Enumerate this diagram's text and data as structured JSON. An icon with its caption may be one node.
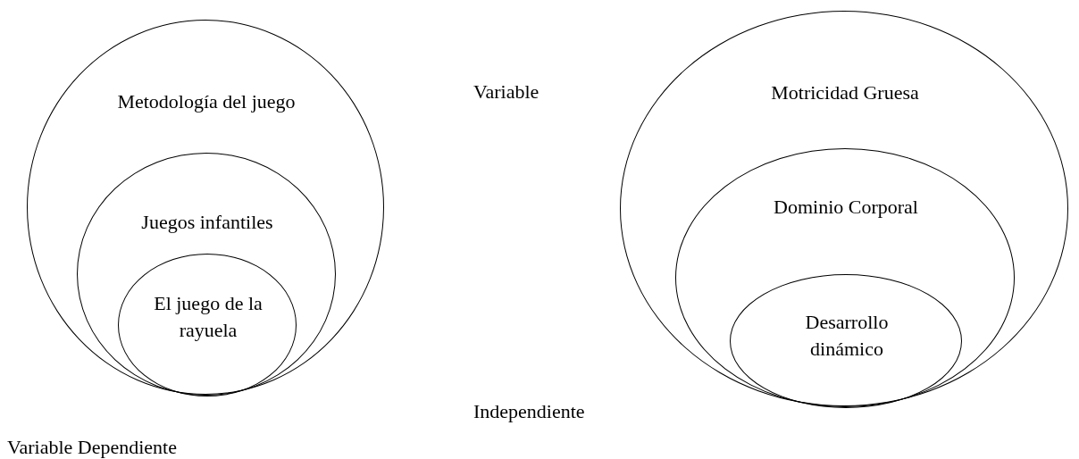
{
  "diagram": {
    "nodes": [
      {
        "text": [
          "Metodología del juego"
        ]
      },
      {
        "text": [
          "Juegos infantiles"
        ],
        "in": 0
      },
      {
        "text": [
          "El juego de la rayuela"
        ],
        "in": 1
      },
      {
        "text": [
          "Motricidad Gruesa"
        ]
      },
      {
        "text": [
          "Dominio Corporal"
        ],
        "in": 3
      },
      {
        "text": [
          "Desarrollo dinámico"
        ],
        "in": 4
      }
    ],
    "labels": [
      "Variable",
      "Independiente",
      "Variable Dependiente"
    ]
  }
}
